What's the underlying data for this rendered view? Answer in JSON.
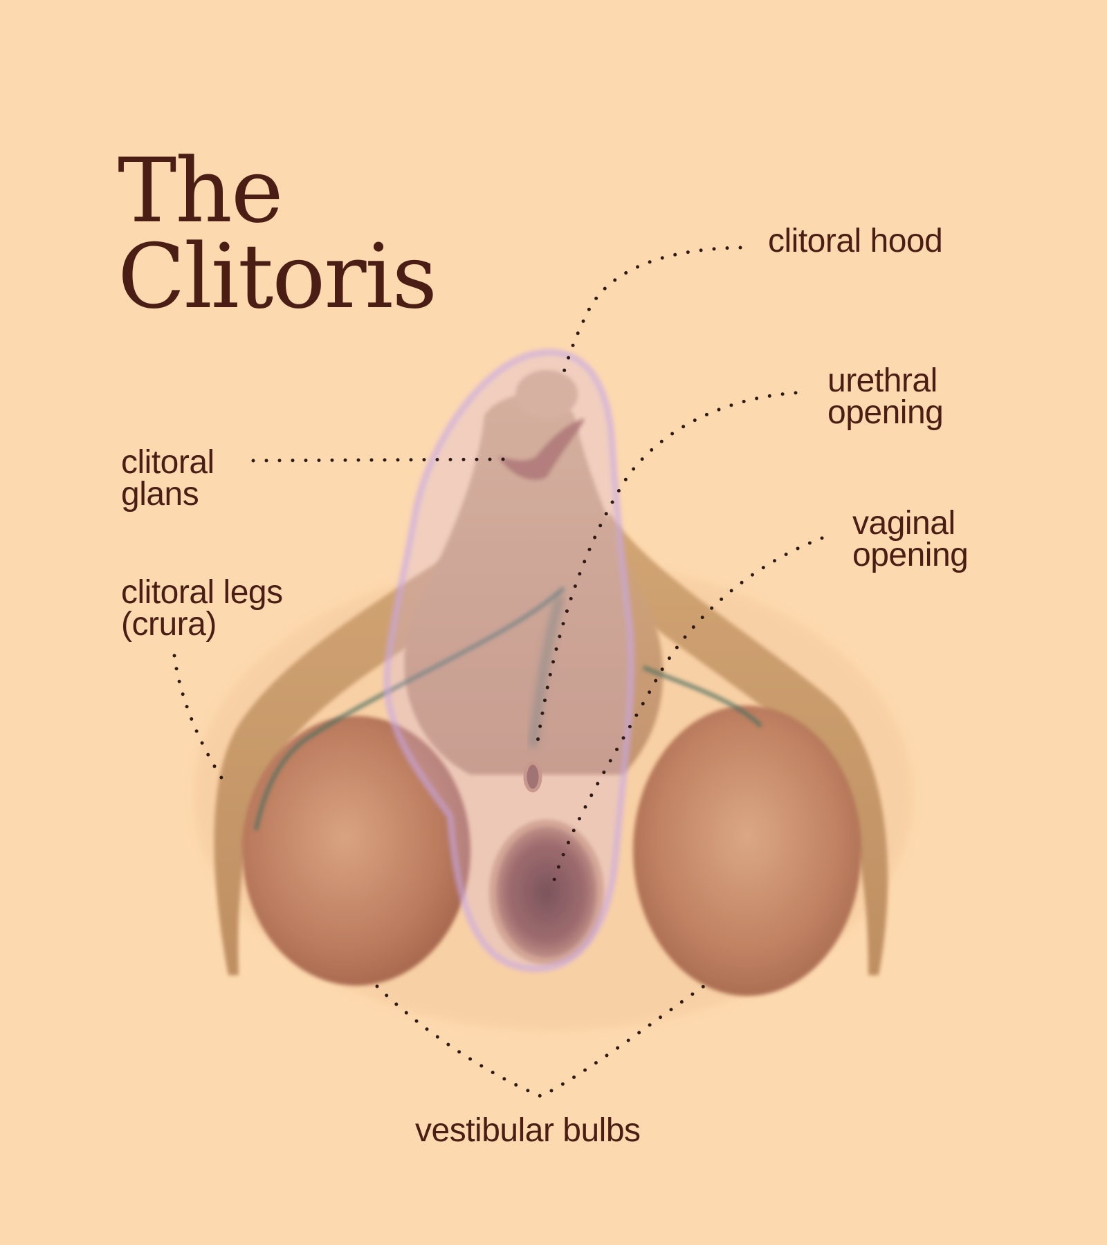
{
  "title": {
    "line1": "The",
    "line2": "Clitoris"
  },
  "labels": {
    "clitoral_hood": "clitoral hood",
    "urethral_opening": {
      "line1": "urethral",
      "line2": "opening"
    },
    "clitoral_glans": {
      "line1": "clitoral",
      "line2": "glans"
    },
    "vaginal_opening": {
      "line1": "vaginal",
      "line2": "opening"
    },
    "clitoral_legs": {
      "line1": "clitoral legs",
      "line2": "(crura)"
    },
    "vestibular_bulbs": "vestibular bulbs"
  },
  "colors": {
    "background": "#FDD9AF",
    "text": "#4A1E14",
    "crura": "#C99A6A",
    "bulbs": "#B9785A",
    "hood": "#C9B2E0",
    "vein": "#4E7060",
    "leader": "#2E1A14"
  }
}
